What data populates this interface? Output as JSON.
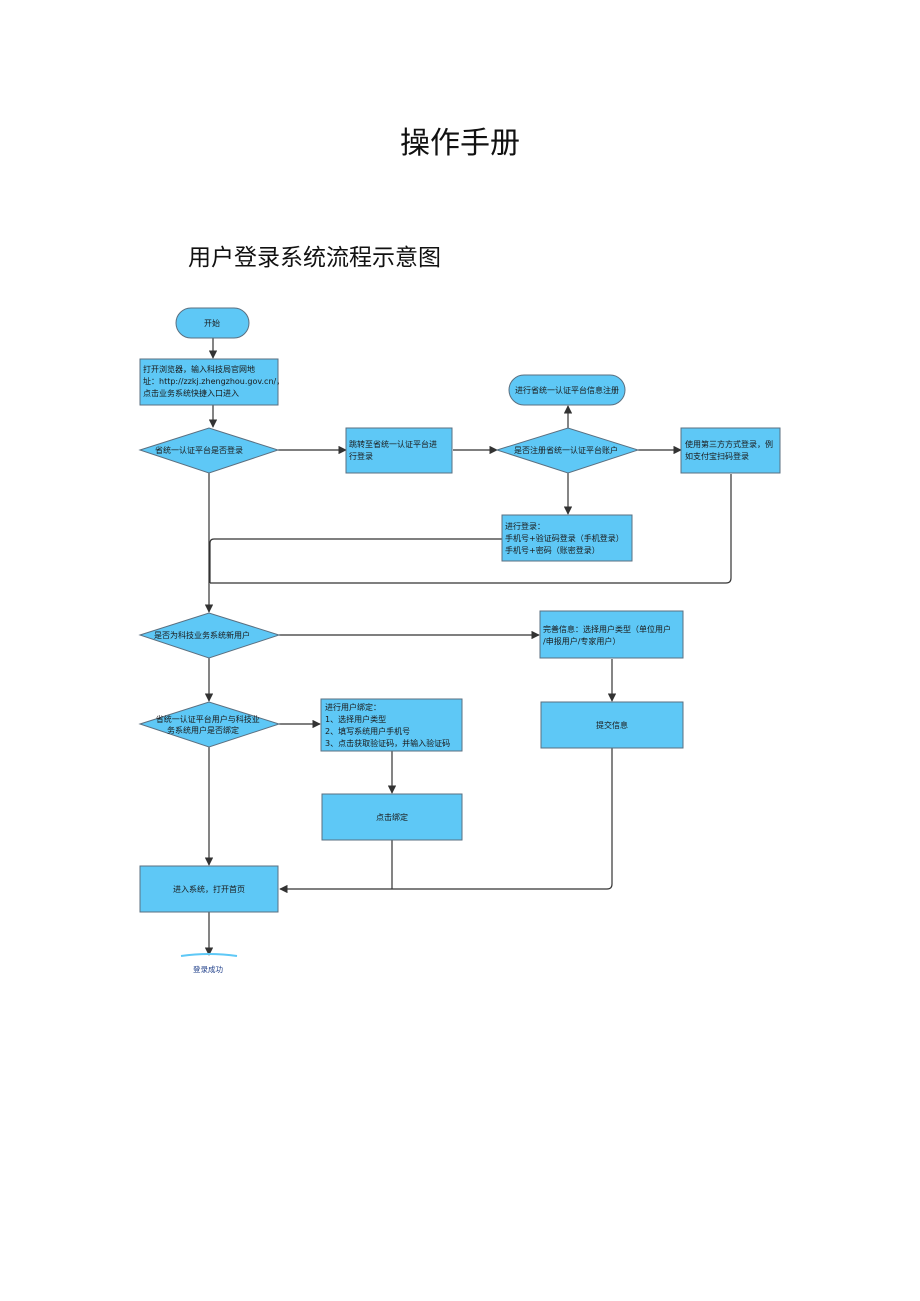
{
  "document": {
    "title": "操作手册",
    "diagram_title": "用户登录系统流程示意图"
  },
  "diagram": {
    "start": "开始",
    "open_browser": [
      "打开浏览器，输入科技局官网地",
      "址：http://zzkj.zhengzhou.gov.cn/，",
      "点击业务系统快捷入口进入"
    ],
    "check_province_login": "省统一认证平台是否登录",
    "jump_to_platform": [
      "跳转至省统一认证平台进",
      "行登录"
    ],
    "check_registered": "是否注册省统一认证平台账户",
    "register_account": "进行省统一认证平台信息注册",
    "third_party_login": [
      "使用第三方方式登录，例",
      "如支付宝扫码登录"
    ],
    "login_methods": [
      "进行登录：",
      "手机号+验证码登录（手机登录）",
      "手机号+密码（账密登录）"
    ],
    "check_new_user": "是否为科技业务系统新用户",
    "complete_info": [
      "完善信息：选择用户类型（单位用户",
      "/申报用户/专家用户）"
    ],
    "submit_info": "提交信息",
    "check_binding": [
      "省统一认证平台用户与科技业",
      "务系统用户是否绑定"
    ],
    "bind_user": [
      "进行用户绑定：",
      "1、选择用户类型",
      "2、填写系统用户手机号",
      "3、点击获取验证码，并输入验证码"
    ],
    "click_bind": "点击绑定",
    "enter_system": "进入系统，打开首页",
    "login_success": "登录成功"
  },
  "colors": {
    "node_fill": "#5ec8f6",
    "node_stroke": "#5a6f80",
    "edge": "#333333",
    "end_text": "#1f3f8a"
  }
}
